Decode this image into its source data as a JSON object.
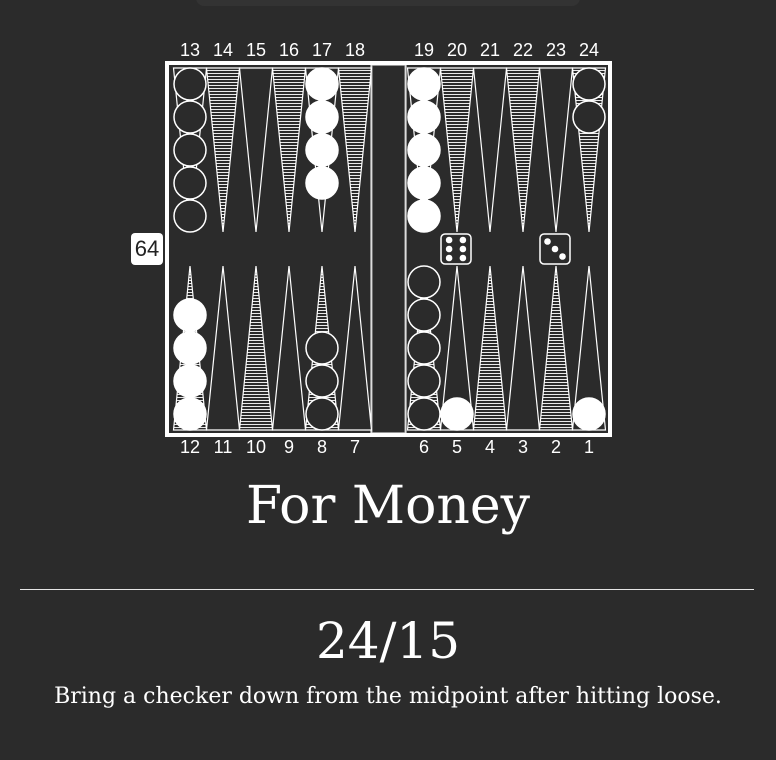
{
  "top_points": [
    "13",
    "14",
    "15",
    "16",
    "17",
    "18",
    "19",
    "20",
    "21",
    "22",
    "23",
    "24"
  ],
  "bottom_points": [
    "12",
    "11",
    "10",
    "9",
    "8",
    "7",
    "6",
    "5",
    "4",
    "3",
    "2",
    "1"
  ],
  "cube": {
    "value": "64"
  },
  "dice": [
    6,
    3
  ],
  "checkers": [
    {
      "point": 1,
      "color": "white",
      "count": 1
    },
    {
      "point": 5,
      "color": "white",
      "count": 1
    },
    {
      "point": 6,
      "color": "black",
      "count": 5
    },
    {
      "point": 8,
      "color": "black",
      "count": 3
    },
    {
      "point": 12,
      "color": "white",
      "count": 4
    },
    {
      "point": 13,
      "color": "black",
      "count": 5
    },
    {
      "point": 17,
      "color": "white",
      "count": 4
    },
    {
      "point": 19,
      "color": "white",
      "count": 5
    },
    {
      "point": 24,
      "color": "black",
      "count": 2
    }
  ],
  "colors": {
    "background": "#2b2b2b",
    "foreground": "#ffffff"
  },
  "title": "For Money",
  "answer": {
    "move": "24/15",
    "explanation": "Bring a checker down from the midpoint after hitting loose."
  }
}
